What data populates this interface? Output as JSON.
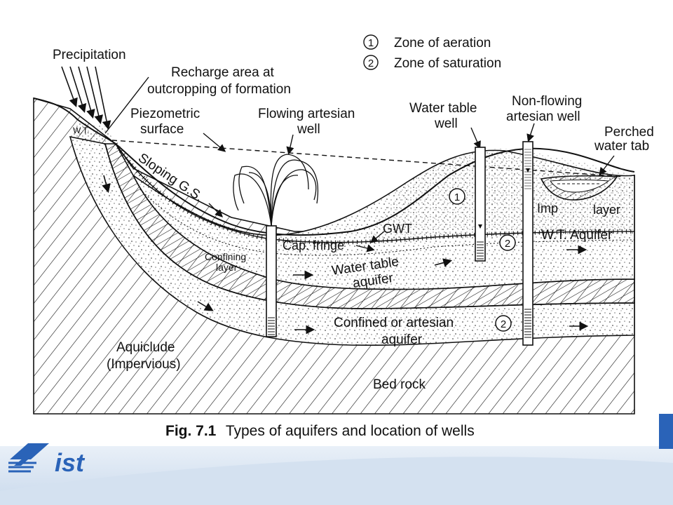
{
  "legend": {
    "item1_number": "1",
    "item1_label": "Zone of aeration",
    "item2_number": "2",
    "item2_label": "Zone of saturation"
  },
  "labels": {
    "precipitation": "Precipitation",
    "recharge_line1": "Recharge area at",
    "recharge_line2": "outcropping of formation",
    "piezometric_line1": "Piezometric",
    "piezometric_line2": "surface",
    "wt_small": "W.T.",
    "sloping_gs": "Sloping G.S.",
    "flowing_line1": "Flowing artesian",
    "flowing_line2": "well",
    "watertable_well_line1": "Water table",
    "watertable_well_line2": "well",
    "nonflowing_line1": "Non-flowing",
    "nonflowing_line2": "artesian well",
    "perched_line1": "Perched",
    "perched_line2": "water tab",
    "imp": "Imp",
    "layer": "layer",
    "gwt": "GWT",
    "cap_fringe": "Cap. fringe",
    "confining_line1": "Confining",
    "confining_line2": "layer",
    "wt_aquifer_line1": "Water table",
    "wt_aquifer_line2": "aquifer",
    "wt_aquifer_right": "W.T. Aquifer",
    "confined_line1": "Confined or artesian",
    "confined_line2": "aquifer",
    "aquiclude_line1": "Aquiclude",
    "aquiclude_line2": "(Impervious)",
    "bed_rock": "Bed rock",
    "zone1_marker": "1",
    "zone2_marker_a": "2",
    "zone2_marker_b": "2"
  },
  "caption": {
    "fig_number": "Fig. 7.1",
    "text": "Types of aquifers and location of wells"
  },
  "logo": {
    "text": "ist",
    "brand_color": "#2a63b8"
  },
  "colors": {
    "line": "#111111",
    "background": "#ffffff",
    "footer_blue": "#dfe9f5"
  }
}
